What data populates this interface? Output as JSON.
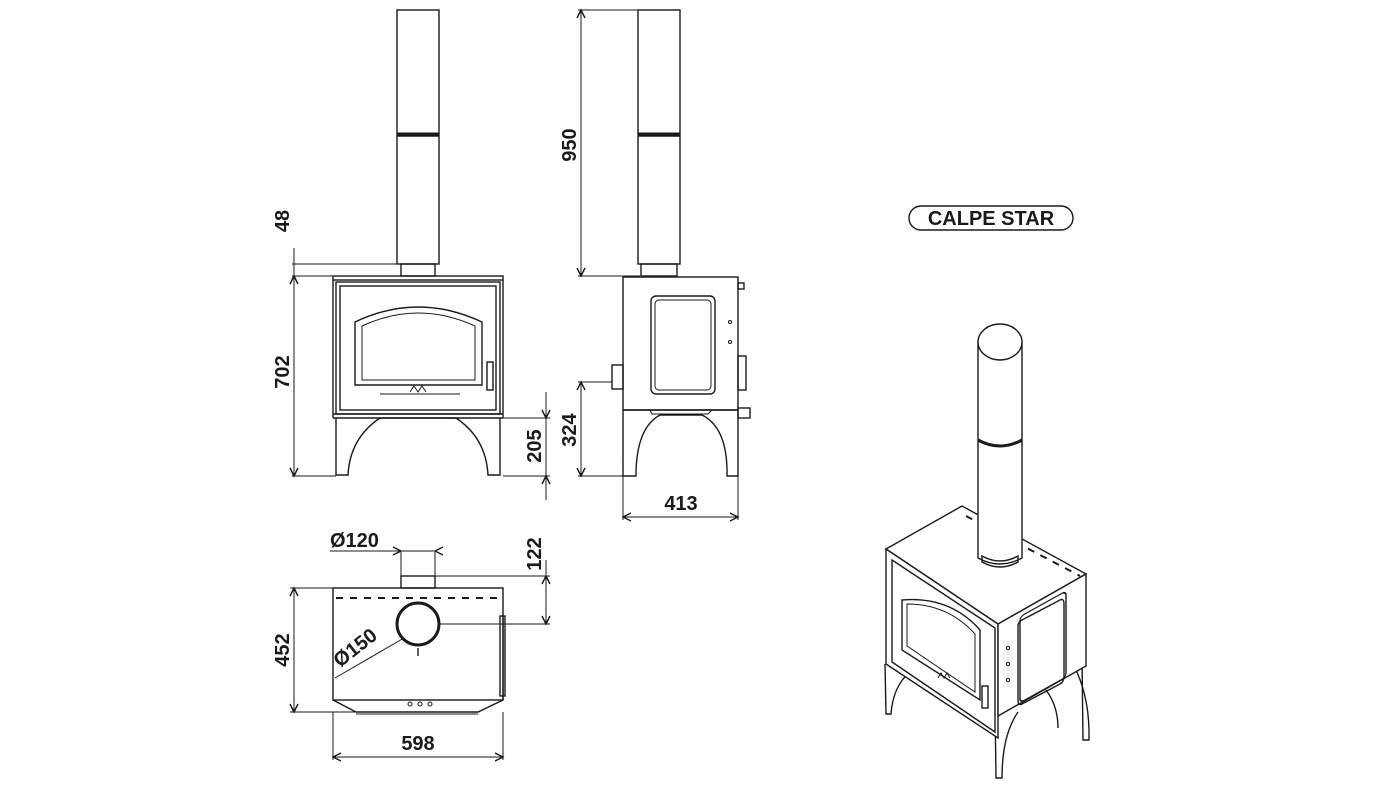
{
  "model_name": "CALPE STAR",
  "front_view": {
    "dim_top_gap": "48",
    "dim_height": "702",
    "dim_leg_height": "205"
  },
  "side_view": {
    "dim_flue_length": "950",
    "dim_rear_outlet_height": "324",
    "dim_depth": "413"
  },
  "top_view": {
    "dim_rear_flue_diameter": "Ø120",
    "dim_top_flue_diameter": "Ø150",
    "dim_rear_offset": "122",
    "dim_depth": "452",
    "dim_width": "598"
  },
  "icons": [
    "stove-front-view",
    "stove-side-view",
    "stove-top-view",
    "stove-perspective-view",
    "brand-logo-icon"
  ]
}
